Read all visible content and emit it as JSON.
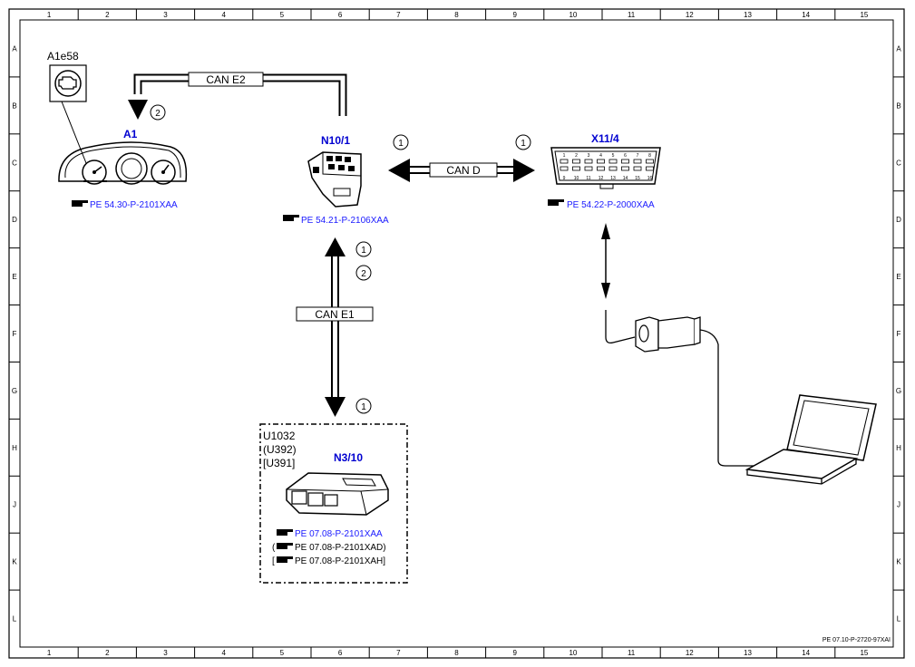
{
  "columns": [
    "1",
    "2",
    "3",
    "4",
    "5",
    "6",
    "7",
    "8",
    "9",
    "10",
    "11",
    "12",
    "13",
    "14",
    "15"
  ],
  "rows": [
    "A",
    "B",
    "C",
    "D",
    "E",
    "F",
    "G",
    "H",
    "J",
    "K",
    "L"
  ],
  "footer_code": "PE 07.10-P-2720-97XAI",
  "components": {
    "a1e58": {
      "label": "A1e58"
    },
    "a1": {
      "label": "A1",
      "ref": "PE 54.30-P-2101XAA"
    },
    "n10_1": {
      "label": "N10/1",
      "ref": "PE 54.21-P-2106XAA"
    },
    "x11_4": {
      "label": "X11/4",
      "ref": "PE 54.22-P-2000XAA",
      "pins_top": [
        "1",
        "2",
        "3",
        "4",
        "5",
        "6",
        "7",
        "8"
      ],
      "pins_bottom": [
        "9",
        "10",
        "11",
        "12",
        "13",
        "14",
        "15",
        "16"
      ]
    },
    "n3_10": {
      "label": "N3/10",
      "codes": [
        "U1032",
        "(U392)",
        "[U391]"
      ],
      "refs": [
        "PE 07.08-P-2101XAA",
        "(",
        "PE 07.08-P-2101XAD)",
        "[",
        "PE 07.08-P-2101XAH]"
      ]
    }
  },
  "buses": {
    "can_e2": "CAN E2",
    "can_d": "CAN D",
    "can_e1": "CAN E1"
  },
  "markers": {
    "a1_circle": "2",
    "can_d_left": "1",
    "can_d_right": "1",
    "can_e1_top_a": "1",
    "can_e1_top_b": "2",
    "can_e1_bottom": "1"
  },
  "colors": {
    "component_blue": "#0000d0",
    "ref_blue": "#1a1aff",
    "line": "#000000"
  }
}
